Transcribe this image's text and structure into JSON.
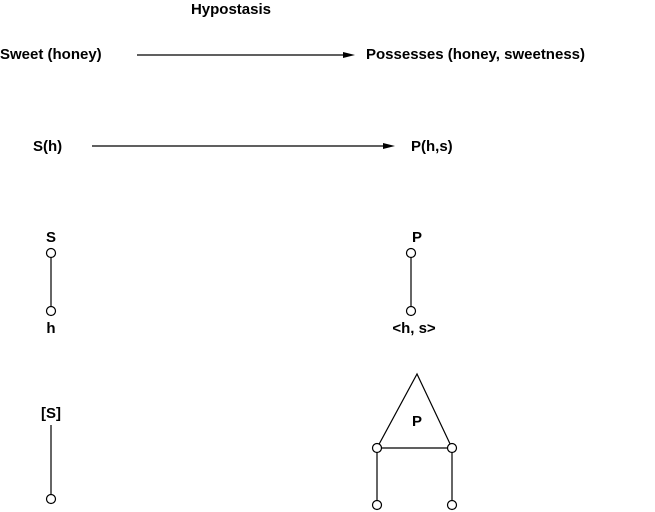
{
  "title": "Hypostasis",
  "row1": {
    "left": "Sweet (honey)",
    "right": "Possesses (honey, sweetness)"
  },
  "row2": {
    "left": "S(h)",
    "right": "P(h,s)"
  },
  "row3": {
    "left_top": "S",
    "left_bottom": "h",
    "right_top": "P",
    "right_bottom": "<h, s>"
  },
  "row4": {
    "left_top": "[S]",
    "triangle_label": "P"
  }
}
